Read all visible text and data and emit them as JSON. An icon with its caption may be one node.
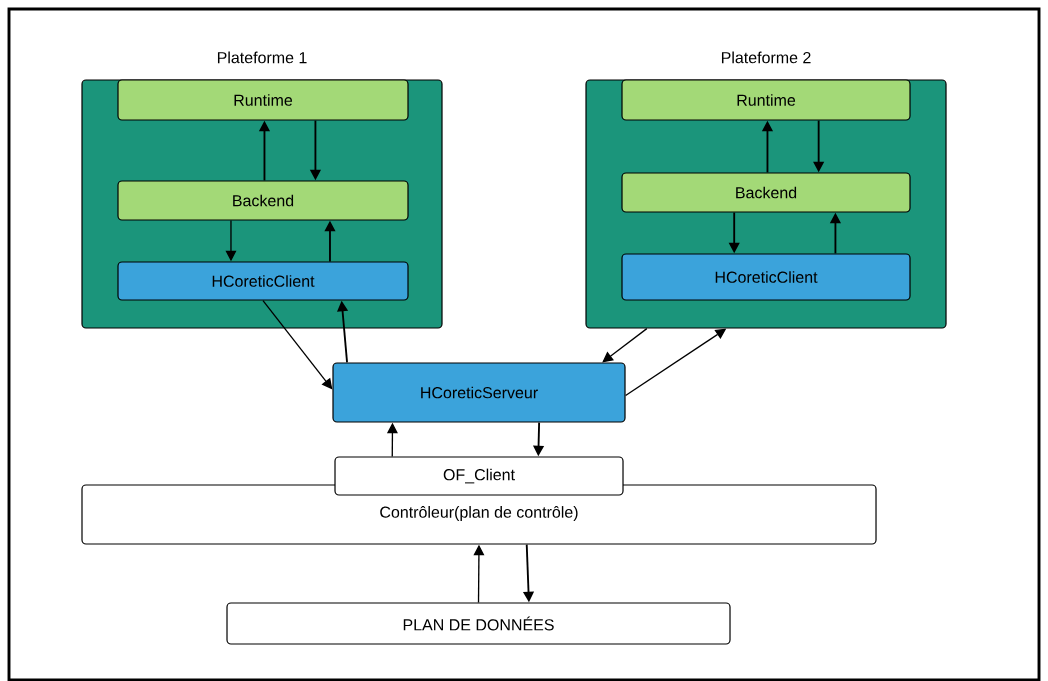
{
  "diagram": {
    "nodes": [
      {
        "text": [
          "Plateforme 1"
        ]
      },
      {
        "text": [
          "Runtime"
        ],
        "in": 0
      },
      {
        "text": [
          "Backend"
        ],
        "in": 0
      },
      {
        "text": [
          "HCoreticClient"
        ],
        "in": 0
      },
      {
        "text": [
          "Plateforme 2"
        ]
      },
      {
        "text": [
          "Runtime"
        ],
        "in": 4
      },
      {
        "text": [
          "Backend"
        ],
        "in": 4
      },
      {
        "text": [
          "HCoreticClient"
        ],
        "in": 4
      },
      {
        "text": [
          "HCoreticServeur"
        ]
      },
      {
        "text": [
          "OF_Client"
        ]
      },
      {
        "text": [
          "Contrôleur(plan de contrôle)"
        ]
      },
      {
        "text": [
          "PLAN DE DONNÉES"
        ]
      }
    ],
    "edges": [
      {
        "from": 2,
        "to": 1,
        "arrow": "to"
      },
      {
        "from": 1,
        "to": 2,
        "arrow": "to"
      },
      {
        "from": 2,
        "to": 3,
        "arrow": "to"
      },
      {
        "from": 3,
        "to": 2,
        "arrow": "to"
      },
      {
        "from": 3,
        "to": 8,
        "arrow": "to"
      },
      {
        "from": 8,
        "to": 3,
        "arrow": "to"
      },
      {
        "from": 6,
        "to": 5,
        "arrow": "to"
      },
      {
        "from": 5,
        "to": 6,
        "arrow": "to"
      },
      {
        "from": 6,
        "to": 7,
        "arrow": "to"
      },
      {
        "from": 7,
        "to": 6,
        "arrow": "to"
      },
      {
        "from": 4,
        "to": 8,
        "arrow": "to"
      },
      {
        "from": 8,
        "to": 4,
        "arrow": "to"
      },
      {
        "from": 9,
        "to": 8,
        "arrow": "to"
      },
      {
        "from": 8,
        "to": 9,
        "arrow": "to"
      },
      {
        "from": 11,
        "to": 10,
        "arrow": "to"
      },
      {
        "from": 10,
        "to": 11,
        "arrow": "to"
      }
    ]
  }
}
